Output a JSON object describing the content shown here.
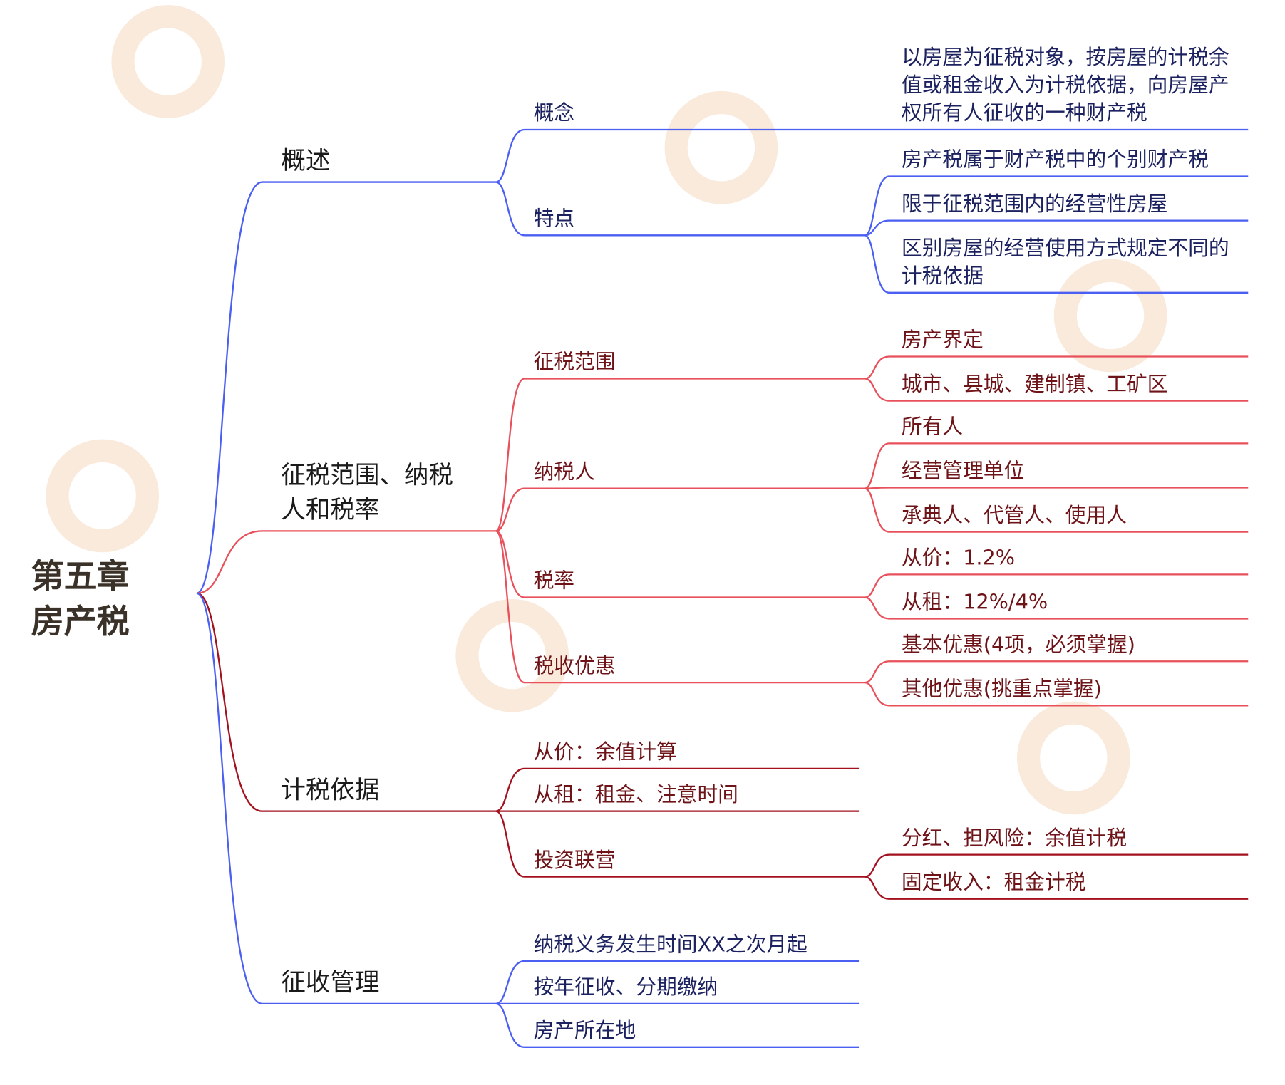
{
  "root": {
    "lines": [
      "第五章",
      "房产税"
    ],
    "text_color": "#3a3128"
  },
  "branches": [
    {
      "lines": [
        "概述"
      ],
      "color": "#4b5ff2",
      "text_color": "#1c2260",
      "children": [
        {
          "lines": [
            "概念"
          ],
          "children": [
            {
              "lines": [
                "以房屋为征税对象，按房屋的计税余",
                "值或租金收入为计税依据，向房屋产",
                "权所有人征收的一种财产税"
              ]
            }
          ]
        },
        {
          "lines": [
            "特点"
          ],
          "children": [
            {
              "lines": [
                "房产税属于财产税中的个别财产税"
              ]
            },
            {
              "lines": [
                "限于征税范围内的经营性房屋"
              ]
            },
            {
              "lines": [
                "区别房屋的经营使用方式规定不同的",
                "计税依据"
              ]
            }
          ]
        }
      ]
    },
    {
      "lines": [
        "征税范围、纳税",
        "人和税率"
      ],
      "color": "#e8505b",
      "text_color": "#6e1418",
      "children": [
        {
          "lines": [
            "征税范围"
          ],
          "children": [
            {
              "lines": [
                "房产界定"
              ]
            },
            {
              "lines": [
                "城市、县城、建制镇、工矿区"
              ]
            }
          ]
        },
        {
          "lines": [
            "纳税人"
          ],
          "children": [
            {
              "lines": [
                "所有人"
              ]
            },
            {
              "lines": [
                "经营管理单位"
              ]
            },
            {
              "lines": [
                "承典人、代管人、使用人"
              ]
            }
          ]
        },
        {
          "lines": [
            "税率"
          ],
          "children": [
            {
              "lines": [
                "从价：1.2%"
              ]
            },
            {
              "lines": [
                "从租：12%/4%"
              ]
            }
          ]
        },
        {
          "lines": [
            "税收优惠"
          ],
          "children": [
            {
              "lines": [
                "基本优惠(4项，必须掌握)"
              ]
            },
            {
              "lines": [
                "其他优惠(挑重点掌握)"
              ]
            }
          ]
        }
      ]
    },
    {
      "lines": [
        "计税依据"
      ],
      "color": "#a3111f",
      "text_color": "#6e1418",
      "children": [
        {
          "lines": [
            "从价：余值计算"
          ],
          "children": []
        },
        {
          "lines": [
            "从租：租金、注意时间"
          ],
          "children": []
        },
        {
          "lines": [
            "投资联营"
          ],
          "children": [
            {
              "lines": [
                "分红、担风险：余值计税"
              ]
            },
            {
              "lines": [
                "固定收入：租金计税"
              ]
            }
          ]
        }
      ]
    },
    {
      "lines": [
        "征收管理"
      ],
      "color": "#4b5ff2",
      "text_color": "#1c2260",
      "children": [
        {
          "lines": [
            "纳税义务发生时间XX之次月起"
          ],
          "children": []
        },
        {
          "lines": [
            "按年征收、分期缴纳"
          ],
          "children": []
        },
        {
          "lines": [
            "房产所在地"
          ],
          "children": []
        }
      ]
    }
  ]
}
